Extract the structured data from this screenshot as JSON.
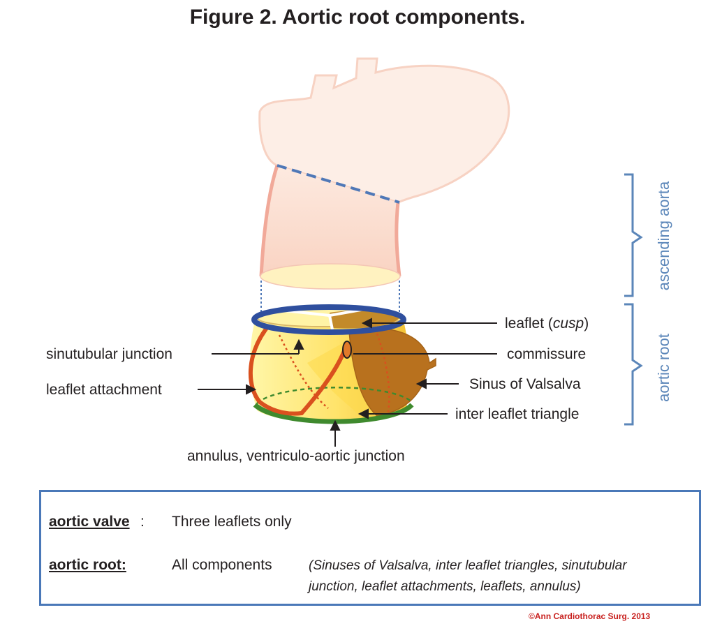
{
  "title": "Figure 2. Aortic root components.",
  "labels": {
    "leaflet_prefix": "leaflet (",
    "leaflet_cusp": "cusp",
    "leaflet_suffix": ")",
    "sinutubular_junction": "sinutubular junction",
    "commissure": "commissure",
    "leaflet_attachment": "leaflet attachment",
    "sinus_of_valsalva": "Sinus of Valsalva",
    "inter_leaflet_triangle": "inter leaflet triangle",
    "annulus": "annulus, ventriculo-aortic junction"
  },
  "braces": {
    "ascending_aorta": "ascending aorta",
    "aortic_root": "aortic root"
  },
  "legend": {
    "valve_term": "aortic valve",
    "valve_colon": ":",
    "valve_def": "Three leaflets only",
    "root_term": "aortic root:",
    "root_def": "All components",
    "root_detail_line1": "(Sinuses of Valsalva, inter leaflet triangles, sinutubular",
    "root_detail_line2": "junction, leaflet attachments, leaflets, annulus)"
  },
  "credit": "©Ann Cardiothorac Surg. 2013",
  "colors": {
    "aorta_fill": "#fbe3d8",
    "aorta_wall": "#f2b6a6",
    "brace_blue": "#5b86b9",
    "ring_blue": "#2f4f9e",
    "sinus_brown": "#b8711e",
    "leaflet_yellow": "#fff3a0",
    "attachment_red": "#d9501e",
    "annulus_green": "#3f8a2e",
    "legend_border": "#4a78b8",
    "credit_red": "#c8201e"
  }
}
